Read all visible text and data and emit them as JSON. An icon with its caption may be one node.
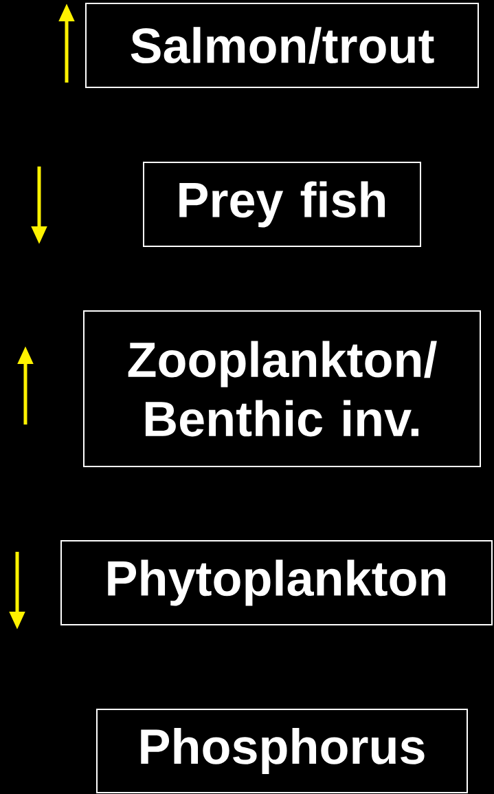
{
  "diagram": {
    "nodes": [
      {
        "text": [
          "Salmon/trout"
        ]
      },
      {
        "text": [
          "Prey fish"
        ]
      },
      {
        "text": [
          "Zooplankton/ Benthic inv."
        ]
      },
      {
        "text": [
          "Phytoplankton"
        ]
      },
      {
        "text": [
          "Phosphorus"
        ]
      }
    ]
  }
}
